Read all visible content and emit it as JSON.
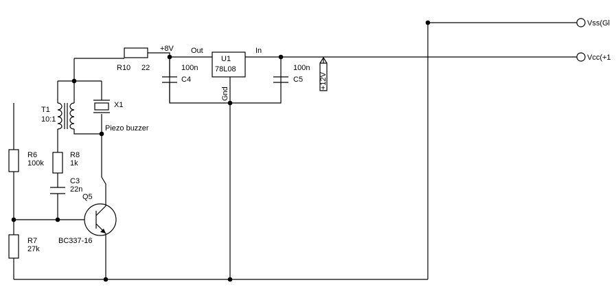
{
  "terminals": {
    "vss": "Vss(Gl",
    "vcc": "Vcc(+1",
    "plus12": "+12V"
  },
  "nodes": {
    "plus8v": "+8V",
    "out": "Out",
    "in": "In",
    "gnd": "Gnd"
  },
  "components": {
    "r10": {
      "ref": "R10",
      "value": "22"
    },
    "c4": {
      "ref": "C4",
      "value": "100n"
    },
    "u1": {
      "ref": "U1",
      "value": "78L08"
    },
    "c5": {
      "ref": "C5",
      "value": "100n"
    },
    "t1": {
      "ref": "T1",
      "value": "10:1"
    },
    "x1": {
      "ref": "X1",
      "value": "Piezo buzzer"
    },
    "r6": {
      "ref": "R6",
      "value": "100k"
    },
    "r8": {
      "ref": "R8",
      "value": "1k"
    },
    "c3": {
      "ref": "C3",
      "value": "22n"
    },
    "q5": {
      "ref": "Q5",
      "value": "BC337-16"
    },
    "r7": {
      "ref": "R7",
      "value": "27k"
    }
  }
}
